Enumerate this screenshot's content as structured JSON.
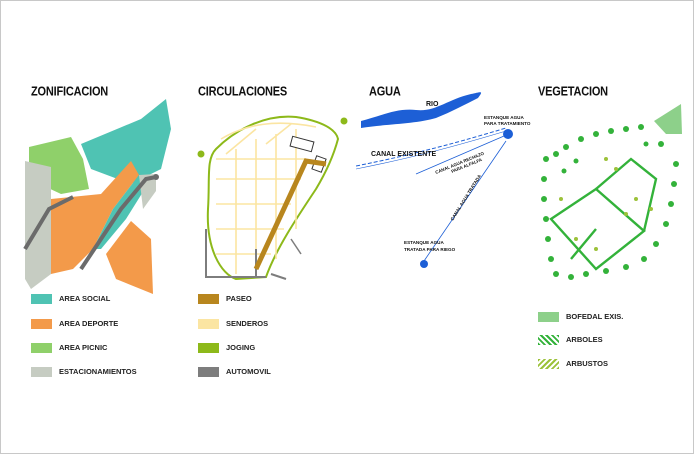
{
  "panels": {
    "zonificacion": {
      "title": "ZONIFICACION",
      "legend": [
        {
          "label": "AREA SOCIAL",
          "color": "#4fc3b3"
        },
        {
          "label": "AREA DEPORTE",
          "color": "#f39a4a"
        },
        {
          "label": "AREA PICNIC",
          "color": "#8fd06a"
        },
        {
          "label": "ESTACIONAMIENTOS",
          "color": "#c6ccc2"
        }
      ]
    },
    "circulaciones": {
      "title": "CIRCULACIONES",
      "legend": [
        {
          "label": "PASEO",
          "color": "#b8861e"
        },
        {
          "label": "SENDEROS",
          "color": "#fbe5a2"
        },
        {
          "label": "JOGING",
          "color": "#8db91a"
        },
        {
          "label": "AUTOMOVIL",
          "color": "#7d7d7d"
        }
      ]
    },
    "agua": {
      "title": "AGUA",
      "labels": {
        "rio": "RIO",
        "canal_existente": "CANAL EXISTENTE",
        "estanque_tratamiento_1": "ESTANQUE AGUA",
        "estanque_tratamiento_2": "PARA TRATAMIENTO",
        "canal_rechazo_1": "CANAL AGUA RECHAZO",
        "canal_rechazo_2": "PARA ALFALFA",
        "canal_tratada": "CANAL AGUA TRATADA",
        "estanque_riego_1": "ESTANQUE AGUA",
        "estanque_riego_2": "TRATADA PARA RIEGO"
      },
      "colors": {
        "water": "#1d5fd6"
      }
    },
    "vegetacion": {
      "title": "VEGETACION",
      "legend": [
        {
          "label": "BOFEDAL EXIS.",
          "color": "#8dd08a"
        },
        {
          "label": "ARBOLES",
          "color": "#33b23a"
        },
        {
          "label": "ARBUSTOS",
          "color": "#9cc23a"
        }
      ]
    }
  }
}
